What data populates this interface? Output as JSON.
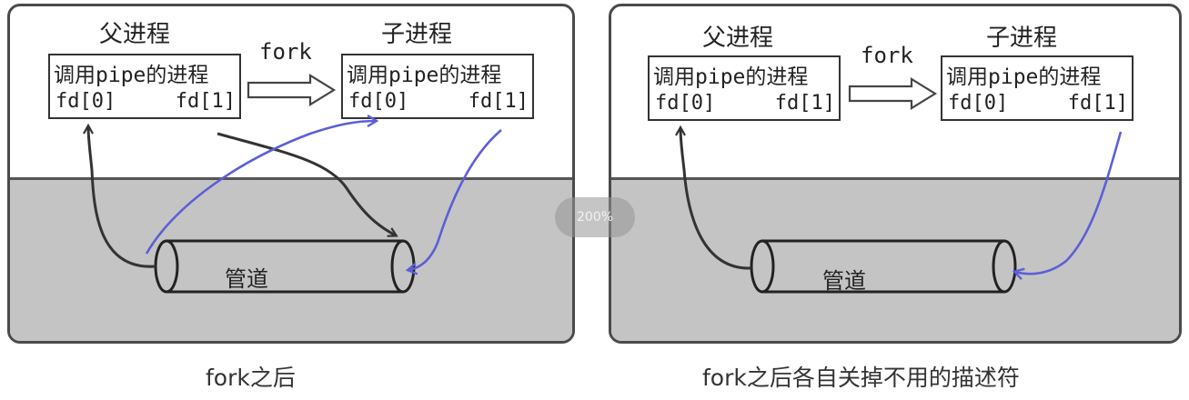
{
  "left_panel": {
    "parent_title": "父进程",
    "child_title": "子进程",
    "fork_label": "fork",
    "parent_box": {
      "label": "调用pipe的进程",
      "fd0": "fd[0]",
      "fd1": "fd[1]"
    },
    "child_box": {
      "label": "调用pipe的进程",
      "fd0": "fd[0]",
      "fd1": "fd[1]"
    },
    "pipe_label": "管道",
    "caption": "fork之后"
  },
  "right_panel": {
    "parent_title": "父进程",
    "child_title": "子进程",
    "fork_label": "fork",
    "parent_box": {
      "label": "调用pipe的进程",
      "fd0": "fd[0]",
      "fd1": "fd[1]"
    },
    "child_box": {
      "label": "调用pipe的进程",
      "fd0": "fd[0]",
      "fd1": "fd[1]"
    },
    "pipe_label": "管道",
    "caption": "fork之后各自关掉不用的描述符"
  },
  "zoom_indicator": "200%",
  "colors": {
    "ink": "#333333",
    "blue_arrow": "#5b5fd6",
    "ground": "#c4c4c4"
  }
}
